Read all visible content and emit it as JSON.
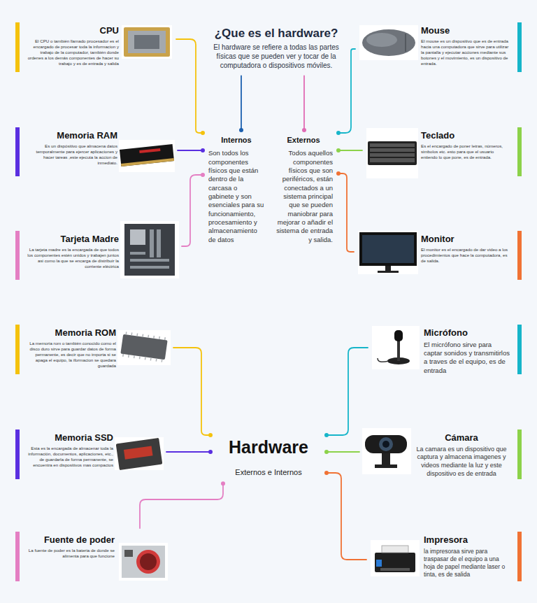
{
  "diagram": {
    "nodes": [
      {
        "text": [
          "¿Que es el hardware?",
          "El hardware se refiere a todas las partes físicas que se pueden ver y tocar de la computadora o dispositivos móviles."
        ]
      },
      {
        "text": [
          "CPU",
          "El CPU o también llamado procesador es el encargado de procesar toda la informacion y trabajo de la computador, también donde ordenes a los demás componentes de hacer su trabajo y es de entrada y salida"
        ]
      },
      {
        "text": [
          "Mouse",
          "El mouse es un dispositivo que es de entrada hacia una computadora que sirve para utilizar la pantalla y ejecutar acciones mediante sus botones y el movimiento, es un dispositivo de entrada."
        ]
      },
      {
        "text": [
          "Internos",
          "Son todos los componentes físicos que están dentro de la carcasa o gabinete y son esenciales para su funcionamiento, procesamiento y almacenamiento de datos"
        ]
      },
      {
        "text": [
          "Externos",
          "Todos aquellos componentes físicos que son periféricos, están conectados a un sistema principal que se pueden maniobrar para mejorar o añadir el sistema de entrada y salida."
        ]
      },
      {
        "text": [
          "Memoria RAM",
          "Es un dispósitivo que almacena datos temporalmente para ejercer aplicaciones y hacer tareas ,este ejecuta la accion de inmediato."
        ]
      },
      {
        "text": [
          "Teclado",
          "Es el encargado de poner letras, números, simbolos etc. esto para que el usuario entiendo lo que pone, es de entrada."
        ]
      },
      {
        "text": [
          "Tarjeta Madre",
          "La tarjeta madre es la encargada de que todos los componentes estén unidos y trabajen juntos asi como la que se encarga de distribuir la corriente eléctrica"
        ]
      },
      {
        "text": [
          "Monitor",
          "El monitor es el encargado de dar video a los procedimientos que hace la computadora, es de salida."
        ]
      },
      {
        "text": [
          "Memoria ROM",
          "La memoria rom o también conocido como el disco duro sirve para guardar datos de forma permanente, es decir que no importa si se apaga el equipo, la iformacion se quedara guardada"
        ]
      },
      {
        "text": [
          "Micrófono",
          "El micrófono sirve para captar sonidos y transmitirlos a traves de el equipo, es de entrada"
        ]
      },
      {
        "text": [
          "Memoria SSD",
          "Esta es la encargada de almacenar toda la información, documentos, aplicaciones, etc., de guardarla de forma permanente, se encuentra en dispositivos mas compactos"
        ]
      },
      {
        "text": [
          "Hardware",
          "Externos e Internos"
        ]
      },
      {
        "text": [
          "Cámara",
          "La camara es un dispositivo que captura y almacena imagenes y videos mediante la luz y este dispositivo es de entrada"
        ]
      },
      {
        "text": [
          "Fuente de poder",
          "La fuente de poder es la bateria de donde se alimenta para que funcione"
        ]
      },
      {
        "text": [
          "Impresora",
          "la impresoraa sirve para traspasar de el equipo a una hoja de papel mediante laser o tinta, es de salida"
        ]
      }
    ],
    "edges": [
      {
        "from": 0,
        "to": 3,
        "arrow": "none"
      },
      {
        "from": 0,
        "to": 4,
        "arrow": "none"
      },
      {
        "from": 3,
        "to": 1,
        "arrow": "none"
      },
      {
        "from": 3,
        "to": 5,
        "arrow": "none"
      },
      {
        "from": 3,
        "to": 7,
        "arrow": "none"
      },
      {
        "from": 4,
        "to": 2,
        "arrow": "none"
      },
      {
        "from": 4,
        "to": 6,
        "arrow": "none"
      },
      {
        "from": 4,
        "to": 8,
        "arrow": "none"
      },
      {
        "from": 12,
        "to": 9,
        "arrow": "none"
      },
      {
        "from": 12,
        "to": 11,
        "arrow": "none"
      },
      {
        "from": 12,
        "to": 14,
        "arrow": "none"
      },
      {
        "from": 12,
        "to": 10,
        "arrow": "none"
      },
      {
        "from": 12,
        "to": 13,
        "arrow": "none"
      },
      {
        "from": 12,
        "to": 15,
        "arrow": "none"
      }
    ]
  }
}
